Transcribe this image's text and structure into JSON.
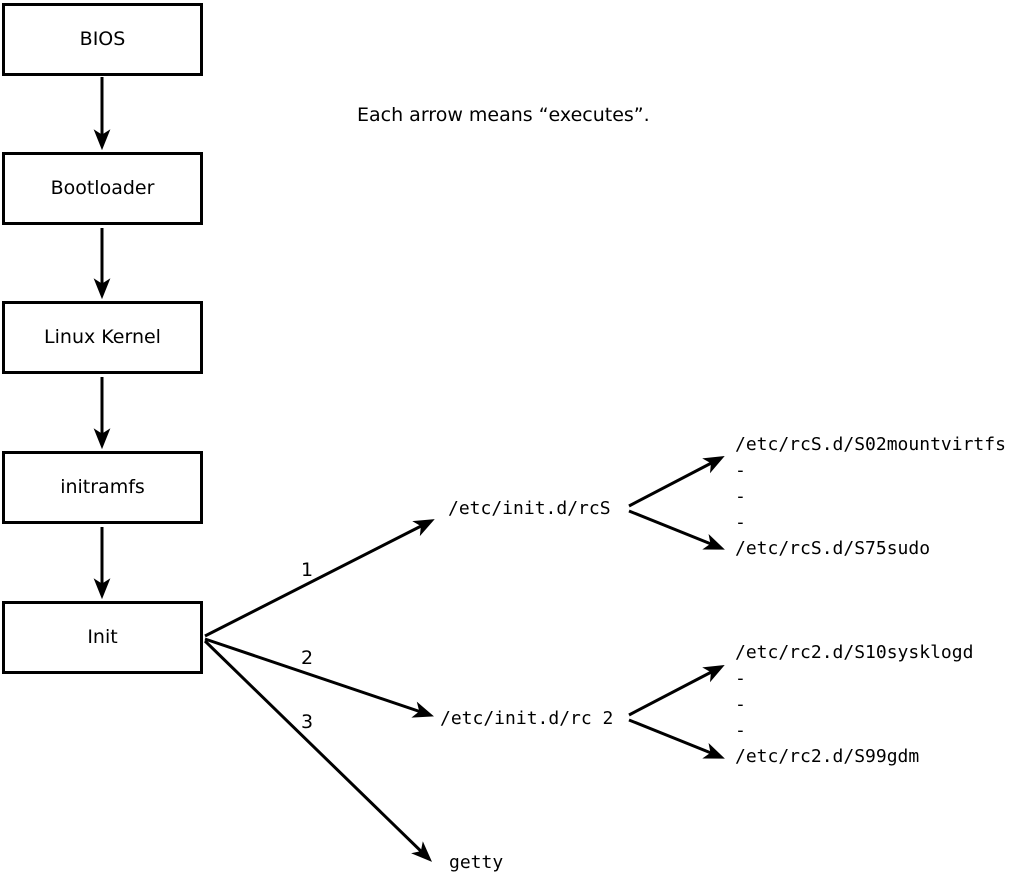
{
  "note": "Each arrow means “executes”.",
  "boxes": [
    "BIOS",
    "Bootloader",
    "Linux Kernel",
    "initramfs",
    "Init"
  ],
  "edge_labels": [
    "1",
    "2",
    "3"
  ],
  "targets": {
    "rcS": "/etc/init.d/rcS",
    "rc2": "/etc/init.d/rc 2",
    "getty": "getty"
  },
  "rcS_children": [
    "/etc/rcS.d/S02mountvirtfs",
    "-",
    "-",
    "-",
    "/etc/rcS.d/S75sudo"
  ],
  "rc2_children": [
    "/etc/rc2.d/S10sysklogd",
    "-",
    "-",
    "-",
    "/etc/rc2.d/S99gdm"
  ],
  "colors": {
    "stroke": "#000000",
    "background": "#ffffff",
    "text": "#000000"
  }
}
